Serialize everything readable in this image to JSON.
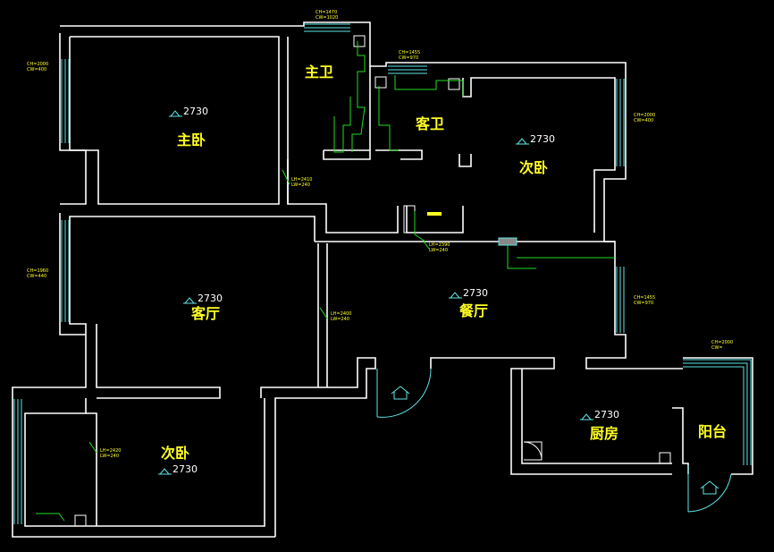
{
  "colors": {
    "background": "#000000",
    "wall": "#ffffff",
    "room_label": "#ffff22",
    "window": "#5fe6e6",
    "annotation": "#22dd22"
  },
  "rooms": [
    {
      "id": "master-bedroom",
      "label": "主卧"
    },
    {
      "id": "master-bath",
      "label": "主卫"
    },
    {
      "id": "guest-bath",
      "label": "客卫"
    },
    {
      "id": "second-bedroom-east",
      "label": "次卧"
    },
    {
      "id": "living-room",
      "label": "客厅"
    },
    {
      "id": "dining-room",
      "label": "餐厅"
    },
    {
      "id": "second-bedroom-south",
      "label": "次卧"
    },
    {
      "id": "kitchen",
      "label": "厨房"
    },
    {
      "id": "balcony",
      "label": "阳台"
    }
  ],
  "level_markers": [
    {
      "id": "master-bedroom",
      "value": "2730"
    },
    {
      "id": "second-bedroom-east",
      "value": "2730"
    },
    {
      "id": "living-room",
      "value": "2730"
    },
    {
      "id": "dining-room",
      "value": "2730"
    },
    {
      "id": "second-bedroom-south",
      "value": "2730"
    },
    {
      "id": "kitchen",
      "value": "2730"
    }
  ],
  "window_tags": [
    {
      "id": "master-bath-top",
      "lines": [
        "CH=1470",
        "CW=1020"
      ]
    },
    {
      "id": "guest-bath-top",
      "lines": [
        "CH=1455",
        "CW=970"
      ]
    },
    {
      "id": "master-bed-west",
      "lines": [
        "CH=2000",
        "CW=400"
      ]
    },
    {
      "id": "second-bed-east",
      "lines": [
        "CH=2000",
        "CW=400"
      ]
    },
    {
      "id": "living-west",
      "lines": [
        "CH=1960",
        "CW=440"
      ]
    },
    {
      "id": "dining-east",
      "lines": [
        "CH=1455",
        "CW=970"
      ]
    },
    {
      "id": "balcony-east",
      "lines": [
        "CH=2000",
        "CW="
      ]
    }
  ],
  "beam_tags": [
    {
      "id": "master-bed-beam",
      "lines": [
        "LH=2410",
        "LW=240"
      ]
    },
    {
      "id": "living-beam",
      "lines": [
        "LH=2400",
        "LW=240"
      ]
    },
    {
      "id": "dining-beam",
      "lines": [
        "LH=2390",
        "LW=240"
      ]
    },
    {
      "id": "south-bed-beam",
      "lines": [
        "LH=2420",
        "LW=240"
      ]
    }
  ]
}
